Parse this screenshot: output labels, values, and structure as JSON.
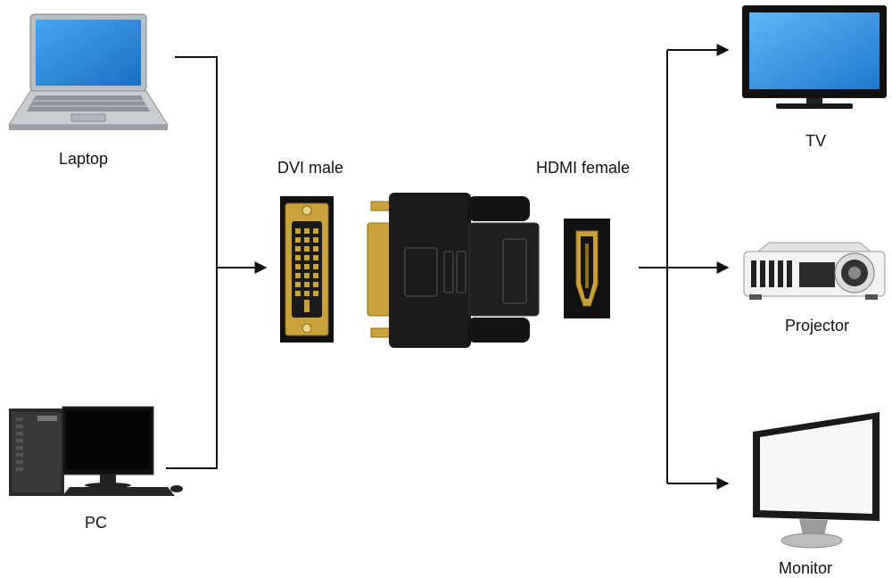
{
  "sources": {
    "laptop": {
      "label": "Laptop",
      "icon": "laptop-icon"
    },
    "pc": {
      "label": "PC",
      "icon": "desktop-pc-icon"
    }
  },
  "adapter": {
    "dvi_label": "DVI male",
    "hdmi_label": "HDMI female",
    "icons": [
      "dvi-male-port-icon",
      "dvi-hdmi-adapter-icon",
      "hdmi-female-port-icon"
    ]
  },
  "outputs": {
    "tv": {
      "label": "TV",
      "icon": "tv-icon"
    },
    "projector": {
      "label": "Projector",
      "icon": "projector-icon"
    },
    "monitor": {
      "label": "Monitor",
      "icon": "monitor-icon"
    }
  },
  "colors": {
    "line": "#111111",
    "gold": "#c9a23a",
    "black_plastic": "#1b1b1b",
    "screen_blue": "#2f8fe0"
  }
}
